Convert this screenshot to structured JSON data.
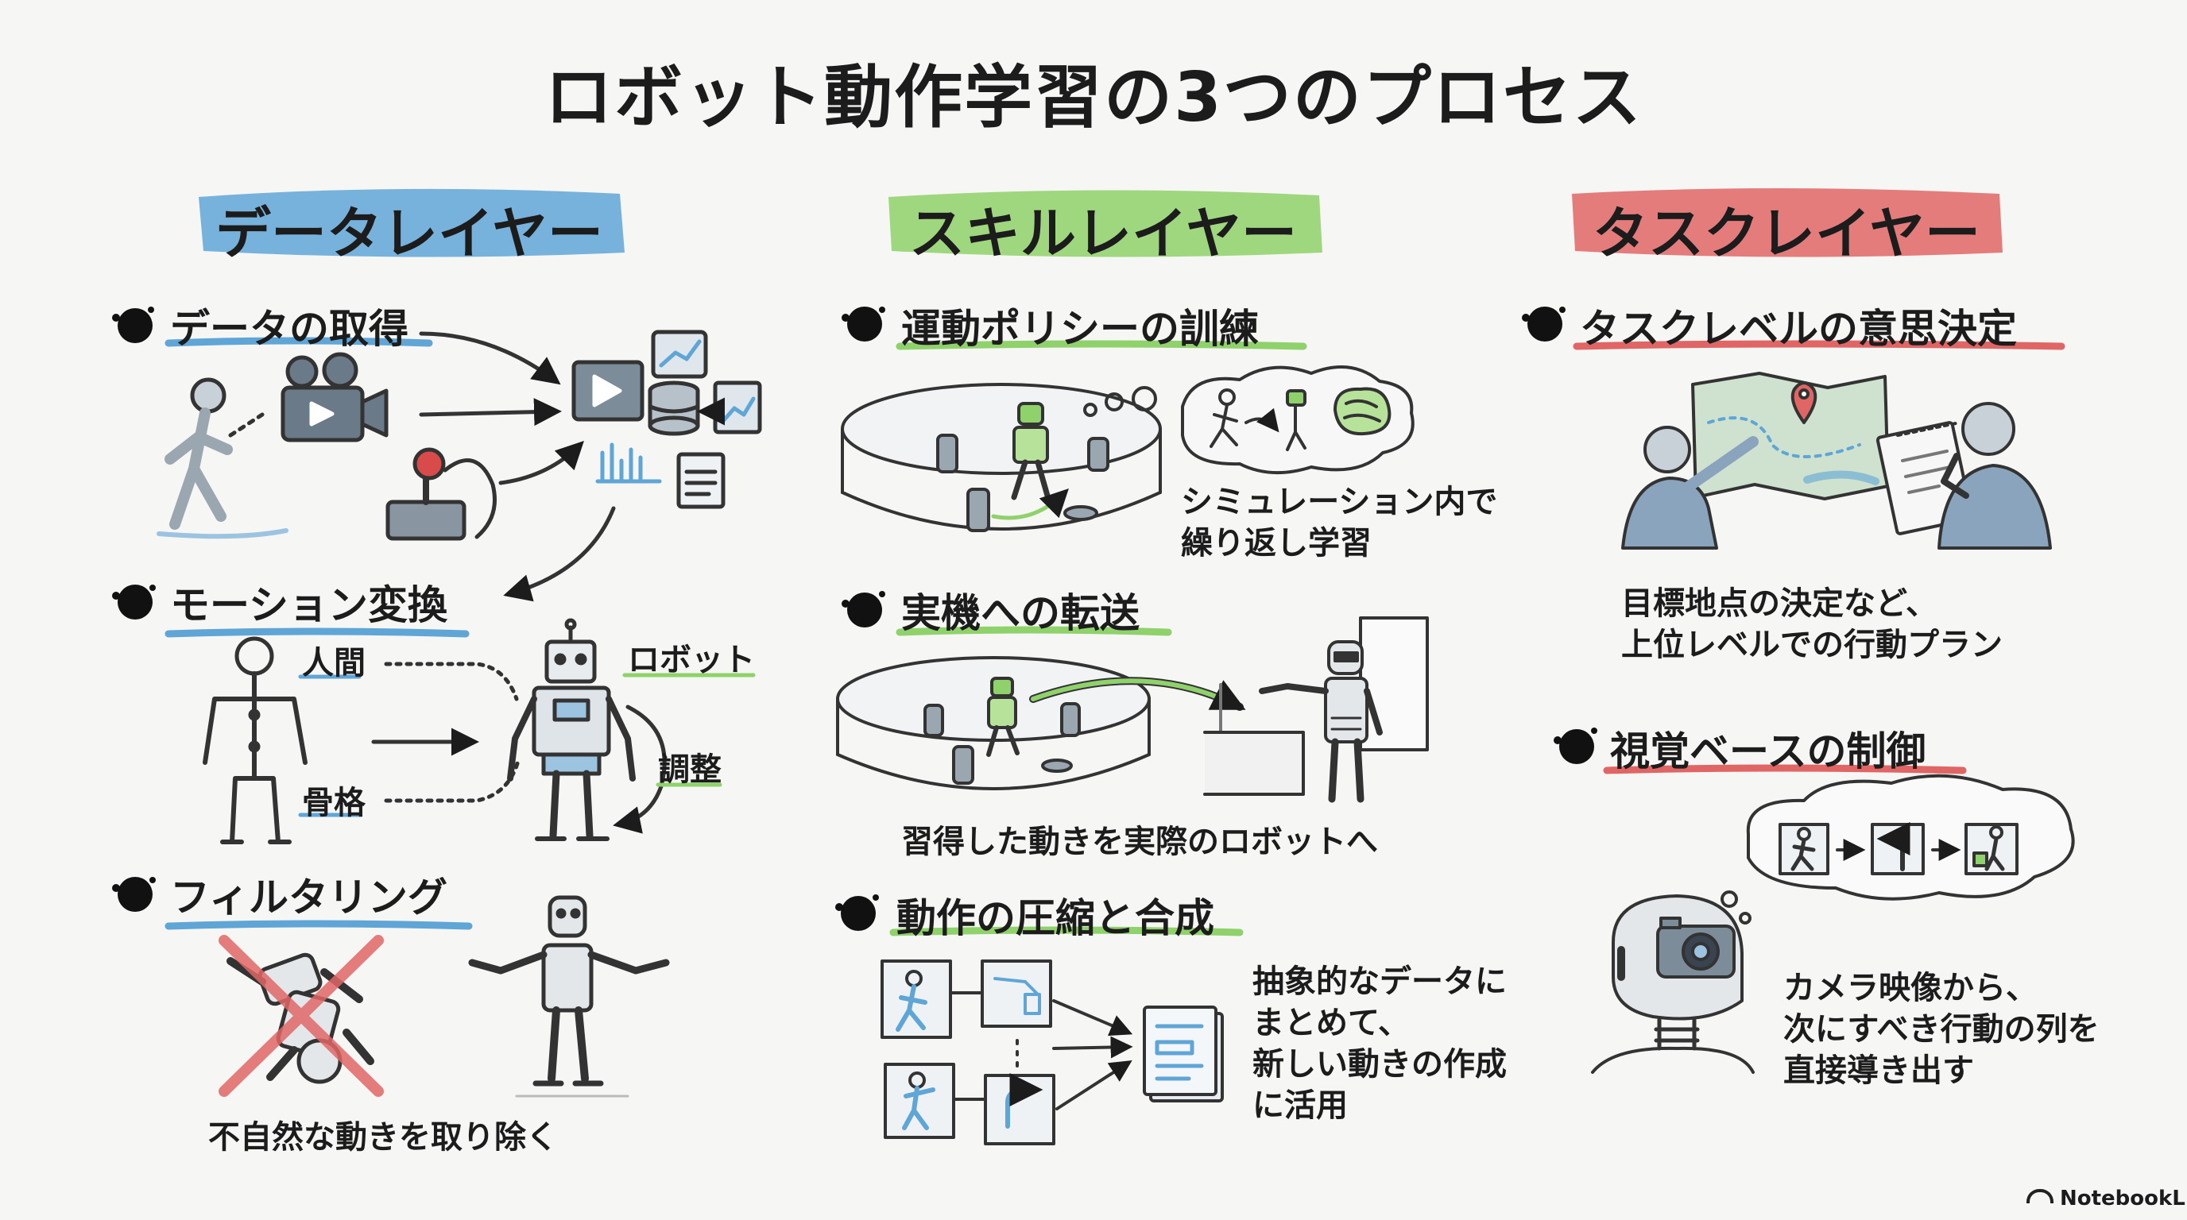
{
  "title": "ロボット動作学習の3つのプロセス",
  "colors": {
    "data_layer": "#5fa6d6",
    "skill_layer": "#8fd16a",
    "task_layer": "#e06666",
    "ink": "#1c1c1c"
  },
  "columns": [
    {
      "layer": "データレイヤー",
      "sections": [
        {
          "heading": "データの取得",
          "labels": []
        },
        {
          "heading": "モーション変換",
          "labels": [
            "人間",
            "骨格",
            "ロボット",
            "調整"
          ]
        },
        {
          "heading": "フィルタリング",
          "caption": "不自然な動きを取り除く"
        }
      ]
    },
    {
      "layer": "スキルレイヤー",
      "sections": [
        {
          "heading": "運動ポリシーの訓練",
          "caption": [
            "シミュレーション内で",
            "繰り返し学習"
          ]
        },
        {
          "heading": "実機への転送",
          "caption": "習得した動きを実際のロボットへ"
        },
        {
          "heading": "動作の圧縮と合成",
          "caption": [
            "抽象的なデータに",
            "まとめて、",
            "新しい動きの作成",
            "に活用"
          ]
        }
      ]
    },
    {
      "layer": "タスクレイヤー",
      "sections": [
        {
          "heading": "タスクレベルの意思決定",
          "caption": [
            "目標地点の決定など、",
            "上位レベルでの行動プラン"
          ]
        },
        {
          "heading": "視覚ベースの制御",
          "caption": [
            "カメラ映像から、",
            "次にすべき行動の列を",
            "直接導き出す"
          ]
        }
      ]
    }
  ],
  "watermark": "NotebookLM"
}
